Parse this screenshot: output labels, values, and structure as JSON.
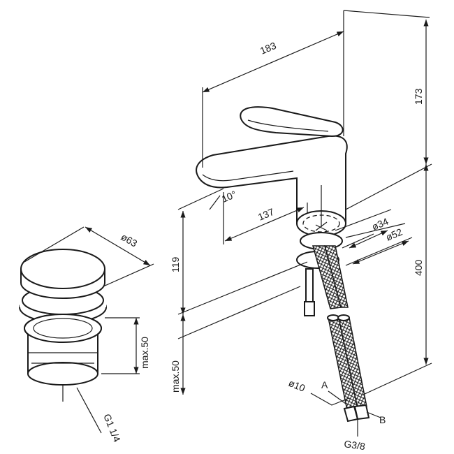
{
  "faucet_dimensions": {
    "width_total": "183",
    "height_top": "173",
    "spout_angle": "10°",
    "spout_reach": "137",
    "base_diameter_inner": "ø34",
    "base_diameter_outer": "ø52",
    "spout_height": "119",
    "hose_length": "400",
    "max_deck_thickness": "max.50"
  },
  "drain_dimensions": {
    "cap_diameter": "ø63",
    "max_height": "max.50",
    "thread": "G1 1/4"
  },
  "hose_labels": {
    "hose_diameter": "ø10",
    "hose_a": "A",
    "hose_b": "B",
    "thread": "G3/8"
  }
}
